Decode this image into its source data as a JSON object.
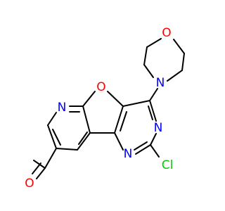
{
  "atoms": {
    "morpholine_oxygen": {
      "symbol": "O",
      "color": "#ff0000"
    },
    "morpholine_nitrogen": {
      "symbol": "N",
      "color": "#0000ff"
    },
    "furan_oxygen": {
      "symbol": "O",
      "color": "#ff0000"
    },
    "pyridine_nitrogen": {
      "symbol": "N",
      "color": "#0000ff"
    },
    "pyrimidine_nitrogen_top": {
      "symbol": "N",
      "color": "#0000ff"
    },
    "pyrimidine_nitrogen_bottom": {
      "symbol": "N",
      "color": "#0000ff"
    },
    "chlorine": {
      "symbol": "Cl",
      "color": "#00cc00"
    },
    "aldehyde_oxygen": {
      "symbol": "O",
      "color": "#ff0000"
    }
  }
}
